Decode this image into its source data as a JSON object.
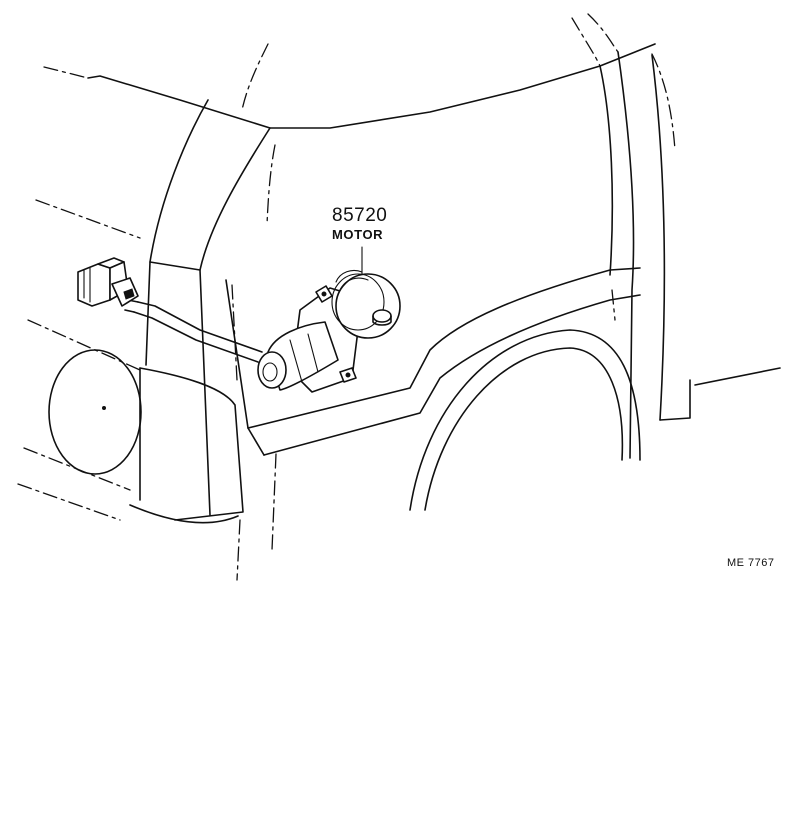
{
  "callout": {
    "part_number": "85720",
    "part_name": "MOTOR"
  },
  "figure_code": "ME  7767"
}
